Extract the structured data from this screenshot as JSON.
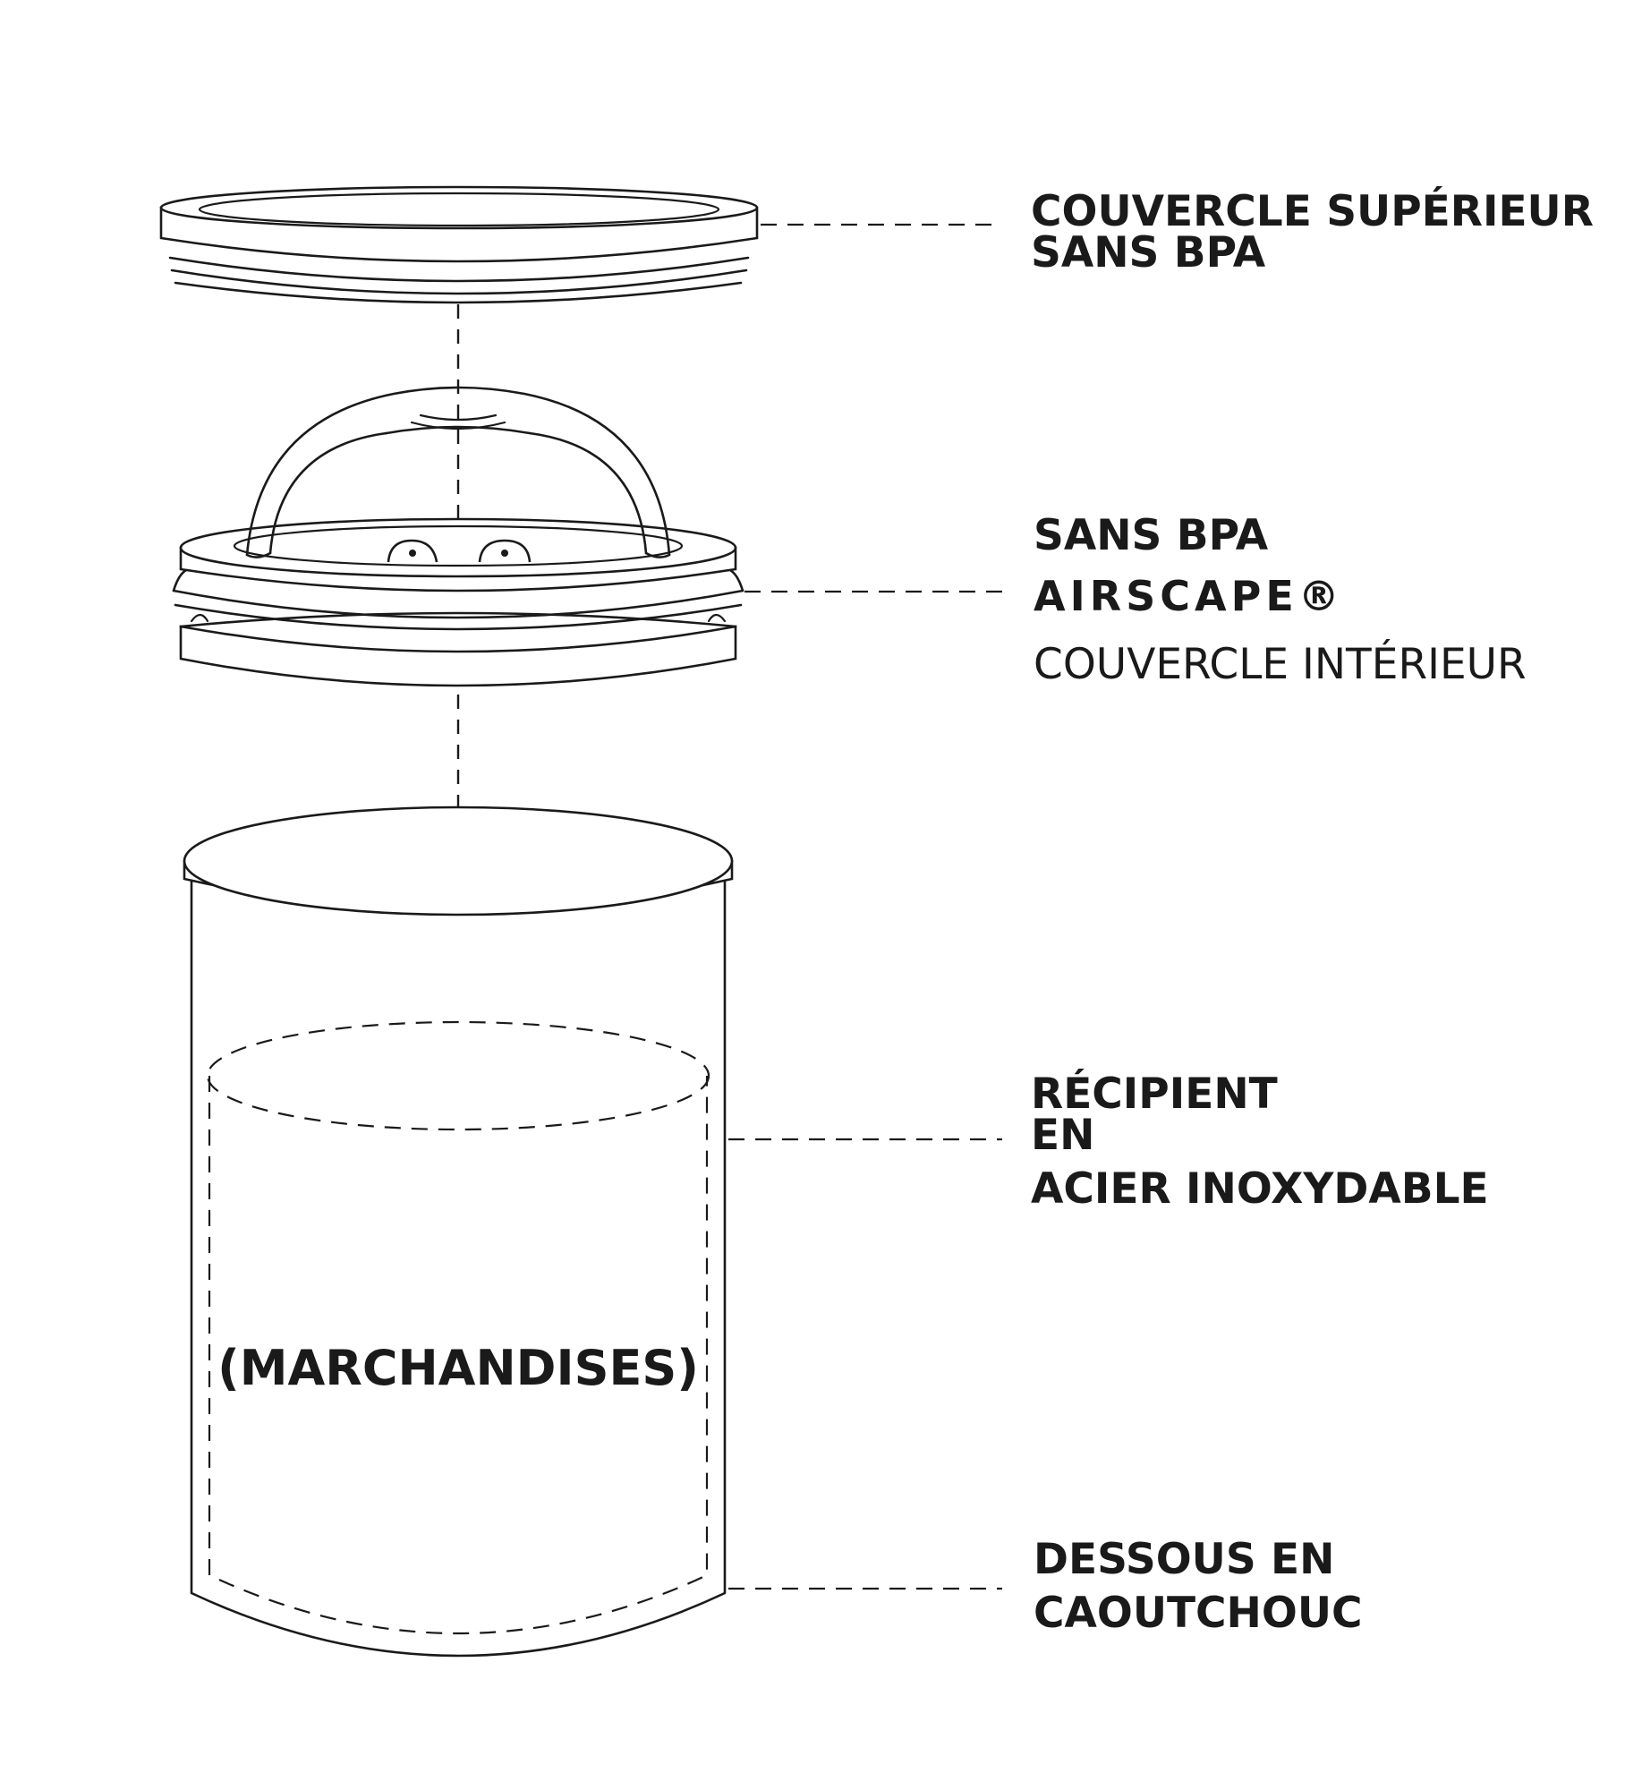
{
  "labels": {
    "top_lid": {
      "line1": "COUVERCLE SUPÉRIEUR",
      "line2": "SANS BPA"
    },
    "inner_lid": {
      "line1": "SANS BPA",
      "line2": "AIRSCAPE®",
      "line3": "COUVERCLE INTÉRIEUR"
    },
    "container": {
      "line1": "RÉCIPIENT",
      "line2": "EN",
      "line3": "ACIER INOXYDABLE"
    },
    "bottom": {
      "line1": "DESSOUS EN",
      "line2": "CAOUTCHOUC"
    },
    "contents": "(MARCHANDISES)"
  },
  "colors": {
    "line": "#1a1a1a",
    "background": "#ffffff"
  }
}
